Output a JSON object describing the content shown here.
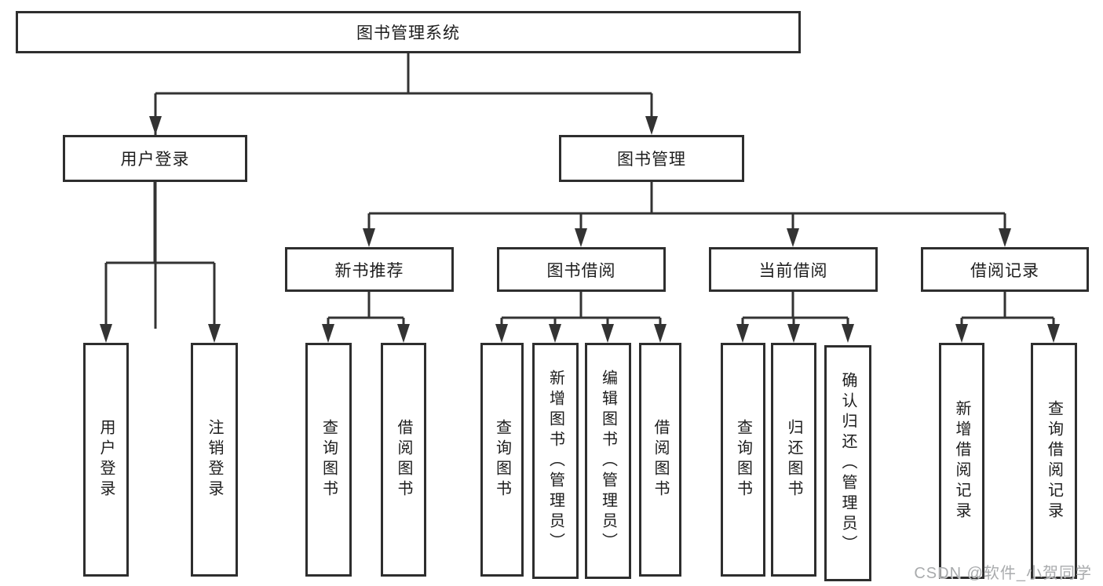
{
  "tree": {
    "root": "图书管理系统",
    "branches": [
      {
        "label": "用户登录",
        "children": [
          "用户登录",
          "注销登录"
        ]
      },
      {
        "label": "图书管理",
        "groups": [
          {
            "label": "新书推荐",
            "children": [
              "查询图书",
              "借阅图书"
            ]
          },
          {
            "label": "图书借阅",
            "children": [
              "查询图书",
              "新增图书（管理员）",
              "编辑图书（管理员）",
              "借阅图书"
            ]
          },
          {
            "label": "当前借阅",
            "children": [
              "查询图书",
              "归还图书",
              "确认归还（管理员）"
            ]
          },
          {
            "label": "借阅记录",
            "children": [
              "新增借阅记录",
              "查询借阅记录"
            ]
          }
        ]
      }
    ]
  },
  "watermark": "CSDN @软件_小贺同学",
  "colors": {
    "line": "#333333",
    "box_border": "#2e2e2e",
    "box_background": "#ffffff",
    "text": "#1d1d1d",
    "watermark": "#a9abad"
  }
}
